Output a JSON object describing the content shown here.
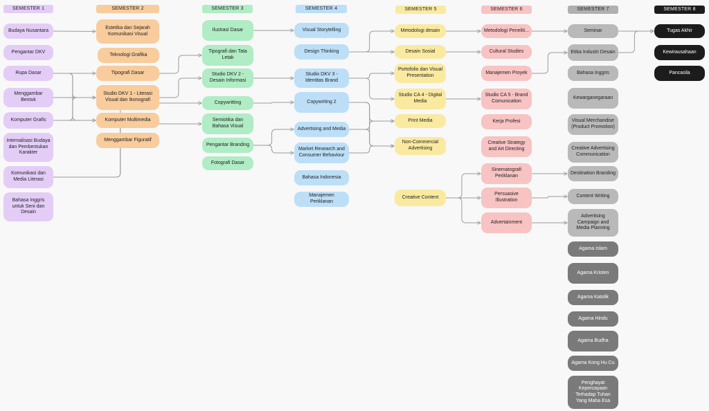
{
  "headers": {
    "s1": "SEMESTER 1",
    "s2": "SEMESTER 2",
    "s3": "SEMESTER 3",
    "s4": "SEMESTER 4",
    "s5": "SEMESTER 5",
    "s6": "SEMESTER 6",
    "s7": "SEMESTER 7",
    "s8": "SEMESTER 8"
  },
  "courses": {
    "budaya_nusantara": "Budaya Nusantara",
    "pengantar_dkv": "Pengantar DKV",
    "rupa_dasar": "Rupa Dasar",
    "menggambar_bentuk": "Menggambar Bentuk",
    "komputer_grafis": "Komputer Grafis",
    "internasionalisasi": "Internalisasi Budaya dan Pembentukan Karakter",
    "komunikasi_media": "Komunikasi dan Media Literasi",
    "bahasa_inggris_seni": "Bahasa Inggris untuk Seni dan Desain",
    "estetika_sejarah": "Estetika dan Sejarah Komunikasi Visual",
    "teknologi_grafika": "Teknologi Grafika",
    "tipografi_dasar": "Tipografi Dasar",
    "studio_dkv1": "Studio DKV 1 - Literasi Visual dan Ikonografi",
    "komputer_multimedia": "Komputer Multimedia",
    "menggambar_figuratif": "Menggambar Figuratif",
    "ilustrasi_dasar": "Ilustrasi Dasar",
    "tipografi_tata_letak": "Tipografi dan Tata Letak",
    "studio_dkv2": "Studio DKV 2 - Desain Informasi",
    "copywritting": "Copywritting",
    "semiotika": "Semiotika dan Bahasa Visual",
    "pengantar_branding": "Pengantar Branding",
    "fotografi_dasar": "Fotografi Dasar",
    "visual_storytelling": "Visual Storytelling",
    "design_thinking": "Design Thinking",
    "studio_dkv3": "Studio DKV 3 - Identitas Brand",
    "copywriting2": "Copywriting 2",
    "advertising_media": "Advertising and Media",
    "market_research": "Market Research and Consumer Behaviour",
    "bahasa_indonesia": "Bahasa Indonesia",
    "manajemen_periklanan": "Manajemen Periklanan",
    "metodologi_desain": "Metodologi desain",
    "desain_sosial": "Desain Sosial",
    "portofolio": "Portofolio dan Visual Presentation",
    "studio_ca4": "Studio CA 4 - Digital Media",
    "print_media": "Print Media",
    "non_commercial": "Non-Commercial Advertising",
    "creative_content": "Creative Content",
    "metodologi_penelitian": "Metodologi Peneliti...",
    "cultural_studies": "Cultural Studies",
    "manajemen_proyek": "Manajemen Proyek",
    "studio_ca5": "Studio CA 5 - Brand Comunication",
    "kerja_profesi": "Kerja Profesi",
    "creative_strategy": "Creative Strategy and Art Directing",
    "sinematografi": "Sinematografi Periklanan",
    "persuasive": "Persuasive Illustration",
    "advertainment": "Advertainment",
    "seminar": "Seminar",
    "etika_industri": "Etika Industri Desain",
    "bahasa_inggris": "Bahasa Inggris",
    "kewarganegaraan": "Kewarganegaraan",
    "visual_merchandise": "Visual Merchandise (Product Promotion)",
    "creative_advertising": "Creative Advertising Communication",
    "destination_branding": "Destination Branding",
    "content_writing": "Content Writing",
    "advertising_campaign": "Advertising Campaign and Media Planning",
    "agama_islam": "Agama Islam",
    "agama_kristen": "Agama Kristen",
    "agama_katolik": "Agama Katolik",
    "agama_hindu": "Agama Hindu",
    "agama_budha": "Agama Budha",
    "agama_konghucu": "Agama Kong Hu Cu",
    "penghayat": "Penghayat Kepercayaan Terhadap Tuhan Yang Maha Esa",
    "tugas_akhir": "Tugas Akhir",
    "kewirausahaan": "Kewirausahaan",
    "pancasila": "Pancasila"
  },
  "colors": {
    "semester1": "#e3cdf7",
    "semester2": "#f8cc9c",
    "semester3": "#b0ecc4",
    "semester4": "#bcdff7",
    "semester5": "#faeaa0",
    "semester6": "#f8c3c3",
    "semester7": "#b9b9b9",
    "semester7_religion": "#7a7a7a",
    "semester8": "#1c1c1c",
    "connector": "#9a9a9a"
  }
}
